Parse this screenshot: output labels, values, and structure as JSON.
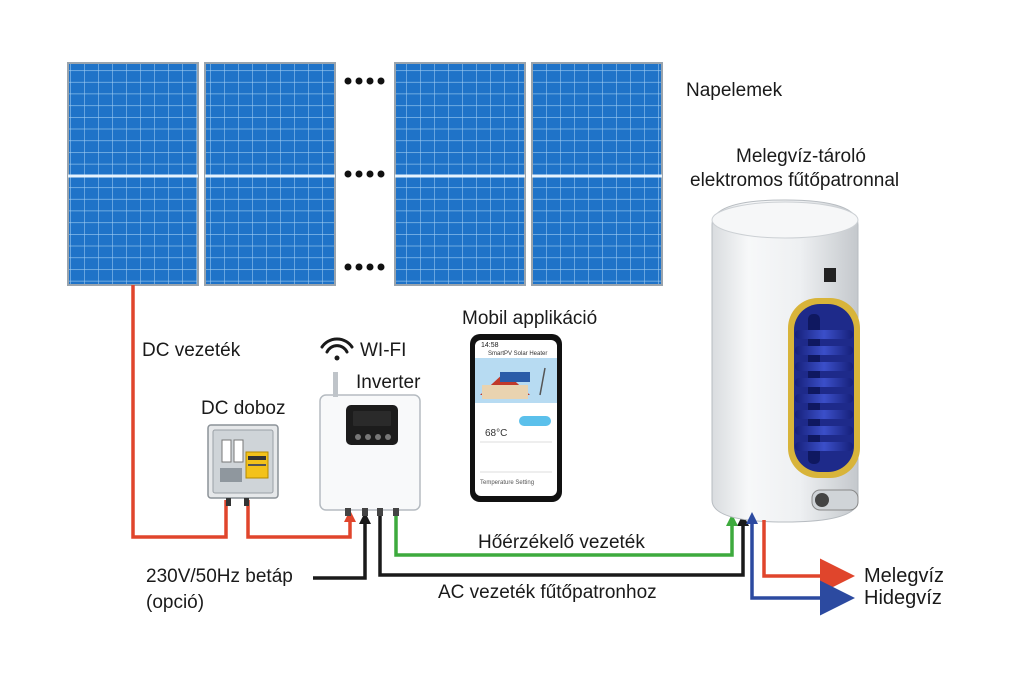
{
  "labels": {
    "panels": "Napelemek",
    "boiler_line1": "Melegvíz-tároló",
    "boiler_line2": "elektromos fűtőpatronnal",
    "mobile_app": "Mobil applikáció",
    "wifi": "WI-FI",
    "inverter": "Inverter",
    "dc_cable": "DC vezeték",
    "dc_box": "DC doboz",
    "sensor_cable": "Hőérzékelő vezeték",
    "ac_cable": "AC vezeték fűtőpatronhoz",
    "power_supply_line1": "230V/50Hz betáp",
    "power_supply_line2": "(opció)",
    "hot_water": "Melegvíz",
    "cold_water": "Hidegvíz"
  },
  "phone": {
    "time": "14:58",
    "header": "SmartPV Solar Heater",
    "temperature": "68°C",
    "footer": "Temperature Setting"
  },
  "colors": {
    "dc_cable": "#e0452c",
    "sensor_cable": "#3daa3d",
    "ac_cable": "#1a1a1a",
    "hot_water": "#e0452c",
    "cold_water": "#2c4aa0",
    "panel": "#1f73c8",
    "panel_grid": "#9fcdf2"
  },
  "icons": [
    "wifi-icon",
    "inverter-display-icon",
    "phone-icon",
    "water-heater-icon",
    "arrow-right-icon"
  ]
}
